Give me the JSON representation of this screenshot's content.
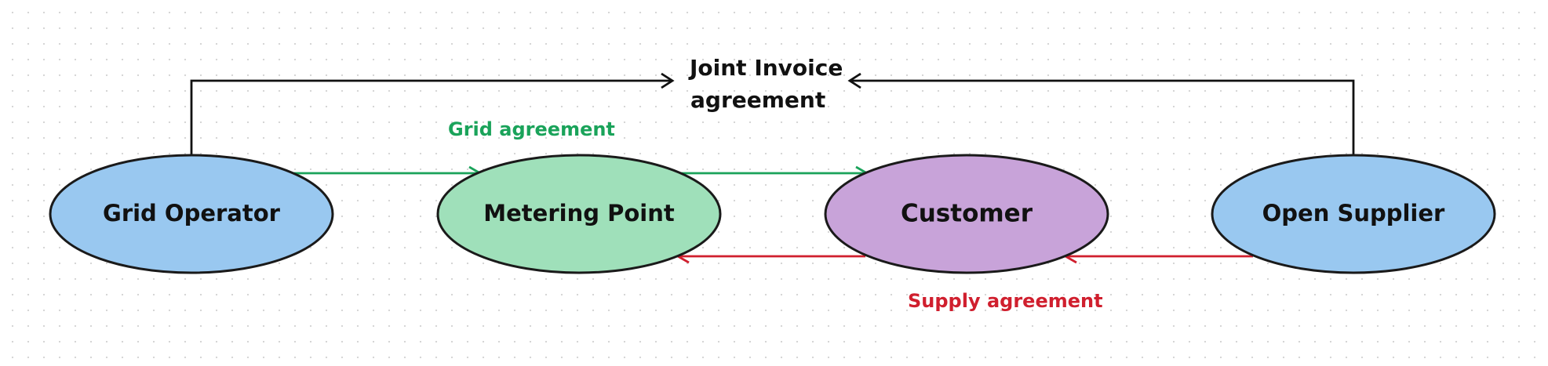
{
  "nodes": {
    "grid_operator": {
      "label": "Grid Operator",
      "fill": "#99c8f0"
    },
    "metering_point": {
      "label": "Metering Point",
      "fill": "#9fe0ba"
    },
    "customer": {
      "label": "Customer",
      "fill": "#c8a3d9"
    },
    "open_supplier": {
      "label": "Open Supplier",
      "fill": "#99c8f0"
    }
  },
  "edges": {
    "joint_invoice": {
      "label_line1": "Joint Invoice",
      "label_line2": "agreement",
      "color": "#111111"
    },
    "grid_agreement": {
      "label": "Grid agreement",
      "color": "#1aa35a"
    },
    "supply_agreement": {
      "label": "Supply agreement",
      "color": "#d01f2e"
    }
  },
  "colors": {
    "outline": "#1a1a1a"
  }
}
